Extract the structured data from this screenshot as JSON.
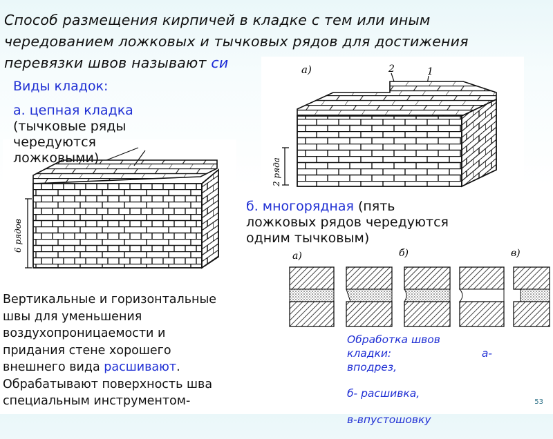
{
  "intro": {
    "line1": "Способ размещения кирпичей в кладке с тем или иным",
    "line2": "чередованием ложковых и тычковых рядов для достижения",
    "line3_start": "перевязки швов называют ",
    "line3_accent": "си"
  },
  "types": {
    "heading": "Виды кладок:",
    "chain_title": "а. цепная кладка",
    "chain_desc": "(тычковые ряды чередуются ложковыми)"
  },
  "multirow": {
    "title": "б. многорядная",
    "desc_part1": " (пять",
    "desc_part2": "ложковых рядов чередуются",
    "desc_part3": "одним тычковым)"
  },
  "figure_chain": {
    "side_label": "6 рядов"
  },
  "figure_multi": {
    "tag": "а)",
    "mark1": "1",
    "mark2": "2",
    "side_label": "2 ряда"
  },
  "figure_joints": {
    "label_a": "а)",
    "label_b": "б)",
    "label_v": "в)"
  },
  "joints_text": {
    "line1": "Вертикальные и горизонтальные",
    "line2": "швы для уменьшения",
    "line3": "воздухопроницаемости и",
    "line4": "придания стене хорошего",
    "line5_start": "внешнего вида ",
    "line5_accent": "расшивают",
    "line5_end": ".",
    "line6": "Обрабатывают поверхность шва",
    "line7": "специальным инструментом-"
  },
  "caption": {
    "line1": "Обработка швов",
    "line2_left": "кладки:",
    "line2_right": "а-",
    "line3": "вподрез,",
    "line4": "б- расшивка,",
    "line5": "в-впустошовку"
  },
  "page_number": "53"
}
